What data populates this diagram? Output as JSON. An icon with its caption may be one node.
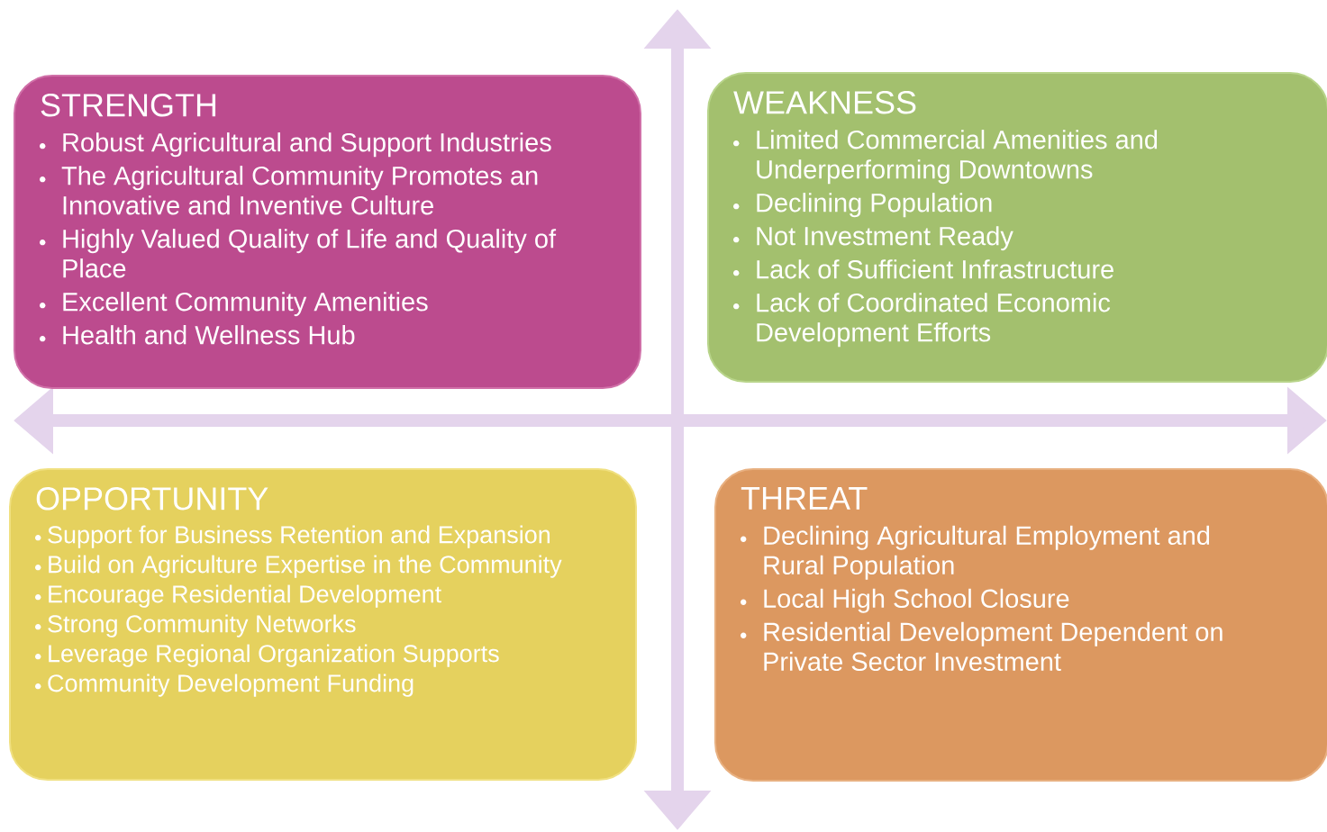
{
  "diagram": {
    "nodes": [
      {
        "text": [
          "STRENGTH",
          "Robust Agricultural and Support Industries",
          "The Agricultural Community Promotes an Innovative and Inventive Culture",
          "Highly Valued Quality of Life and Quality of Place",
          "Excellent Community Amenities",
          "Health and Wellness Hub"
        ]
      },
      {
        "text": [
          "WEAKNESS",
          "Limited Commercial Amenities and Underperforming Downtowns",
          "Declining Population",
          "Not Investment Ready",
          "Lack of Sufficient Infrastructure",
          "Lack of Coordinated Economic Development Efforts"
        ]
      },
      {
        "text": [
          "OPPORTUNITY",
          "Support for Business Retention and Expansion",
          "Build on Agriculture Expertise in the Community",
          "Encourage Residential Development",
          "Strong Community Networks",
          "Leverage Regional Organization Supports",
          "Community Development Funding"
        ]
      },
      {
        "text": [
          "THREAT",
          "Declining Agricultural Employment and Rural Population",
          "Local High School Closure",
          "Residential Development Dependent on Private Sector Investment"
        ]
      }
    ]
  }
}
